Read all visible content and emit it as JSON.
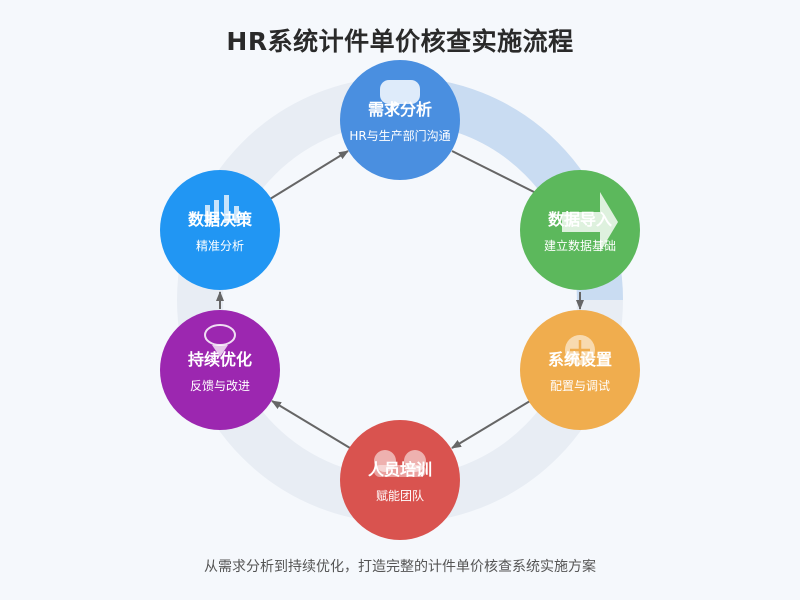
{
  "title": "HR系统计件单价核查实施流程",
  "caption": "从需求分析到持续优化，打造完整的计件单价核查系统实施方案",
  "steps": [
    {
      "title": "需求分析",
      "subtitle": "HR与生产部门沟通",
      "color": "#4a8fe0",
      "icon": "chat-bubble-icon"
    },
    {
      "title": "数据导入",
      "subtitle": "建立数据基础",
      "color": "#5cb85c",
      "icon": "arrow-right-icon"
    },
    {
      "title": "系统设置",
      "subtitle": "配置与调试",
      "color": "#f0ad4e",
      "icon": "plus-circle-icon"
    },
    {
      "title": "人员培训",
      "subtitle": "赋能团队",
      "color": "#d9534f",
      "icon": "people-icon"
    },
    {
      "title": "持续优化",
      "subtitle": "反馈与改进",
      "color": "#9c27b0",
      "icon": "lightbulb-icon"
    },
    {
      "title": "数据决策",
      "subtitle": "精准分析",
      "color": "#2196f3",
      "icon": "bar-chart-icon"
    }
  ]
}
